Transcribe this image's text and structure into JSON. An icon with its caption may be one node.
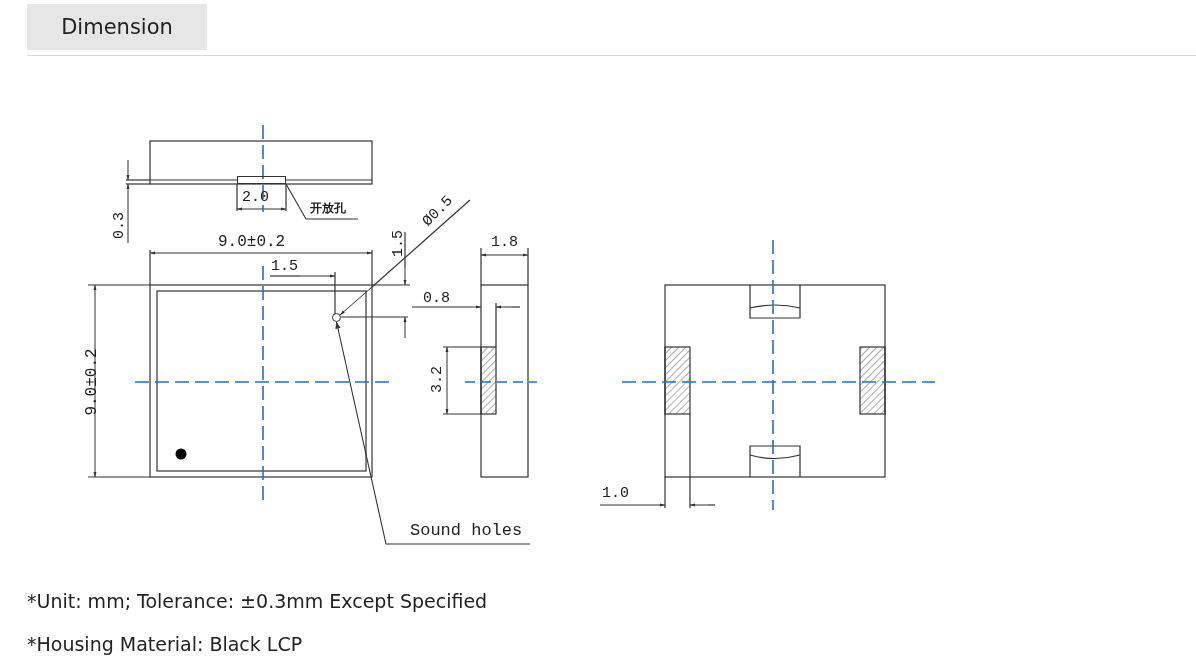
{
  "diagram": {
    "title": "Dimension",
    "nodes": [
      {
        "text": [
          "开放孔"
        ]
      },
      {
        "text": [],
        "shape": "box"
      },
      {
        "text": [
          "Sound holes"
        ]
      },
      {
        "text": [],
        "shape": "circle"
      }
    ],
    "edges": [
      {
        "from": 0,
        "to": 1,
        "arrow": "none"
      },
      {
        "from": 2,
        "to": 3,
        "arrow": "to"
      }
    ],
    "labels": [
      "2.0",
      "0.3",
      "9.0±0.2",
      "1.5",
      "1.5",
      "Ø0.5",
      "1.8",
      "0.8",
      "9.0±0.2",
      "3.2",
      "1.0",
      "*Unit: mm; Tolerance: ±0.3mm Except Specified",
      "*Housing Material: Black LCP"
    ]
  }
}
